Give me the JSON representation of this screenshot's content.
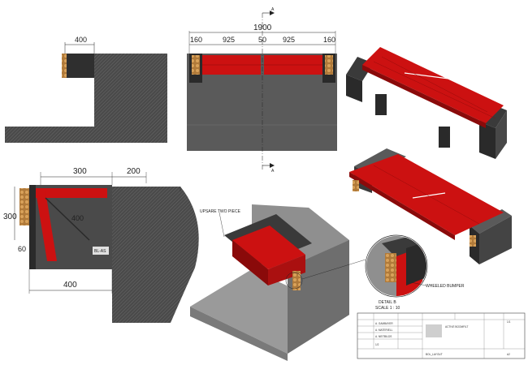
{
  "colors": {
    "frame": "#555555",
    "frame_dark": "#333333",
    "red": "#cc1111",
    "red_dark": "#8a0a0a",
    "bumper": "#b07a3a",
    "hatch_bg": "#4a4a4a"
  },
  "views": {
    "side_left": {
      "dim_top": "400"
    },
    "front": {
      "dim_overall": "1900",
      "dim_parts": [
        "160",
        "925",
        "50",
        "925",
        "160"
      ],
      "section_mark": "A"
    },
    "plan": {
      "dim_300_top": "300",
      "dim_200_top": "200",
      "dim_300_left": "300",
      "dim_60": "60",
      "dim_400_bottom": "400",
      "dim_400_diag": "400",
      "panel_text": "BL-AS"
    }
  },
  "callouts": {
    "spare": "UPSARE TWO PIECE",
    "wheeled_bumper": "WHEELED BUMPER",
    "detail_title": "DETAIL B",
    "detail_scale": "SCALE 1 : 10"
  },
  "title_block": {
    "names": [
      "A. GAMBAYER",
      "A. MATERIELL",
      "A. NEITBILDS"
    ],
    "company": "ACTIVE BOOMFILT",
    "sheet": "1/1",
    "drawing_name": "BOL_LAYOUT",
    "size": "A2",
    "rev": "1/2"
  }
}
